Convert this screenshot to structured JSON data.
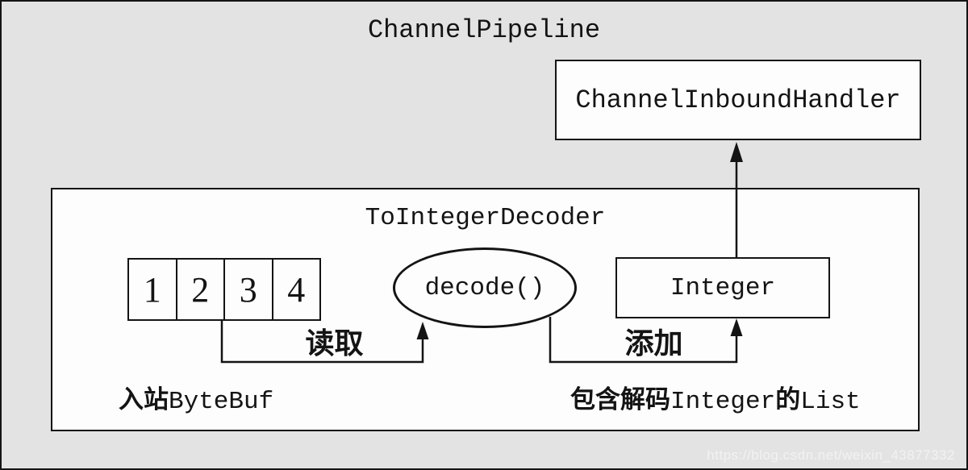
{
  "title": "ChannelPipeline",
  "handler": {
    "label": "ChannelInboundHandler"
  },
  "decoder": {
    "title": "ToIntegerDecoder",
    "buffer_cells": [
      "1",
      "2",
      "3",
      "4"
    ],
    "decode_label": "decode()",
    "integer_label": "Integer",
    "read_label": "读取",
    "add_label": "添加",
    "buffer_caption": {
      "cn": "入站",
      "code": "ByteBuf"
    },
    "list_caption": {
      "cn1": "包含解码",
      "code1": "Integer",
      "cn2": "的",
      "code2": "List"
    }
  },
  "watermark": "https://blog.csdn.net/weixin_43877332",
  "colors": {
    "background": "#e3e3e3",
    "box_fill": "#fdfdfd",
    "line": "#141414",
    "watermark_text": "#f2f2f2"
  }
}
